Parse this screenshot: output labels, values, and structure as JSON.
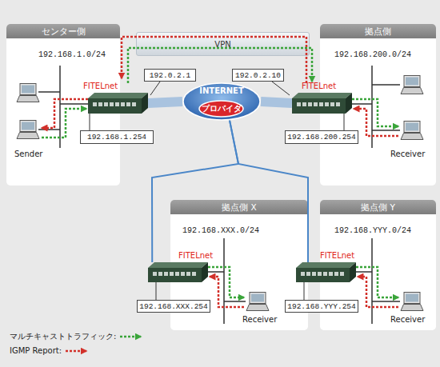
{
  "diagram": {
    "nodes": [
      {
        "text": [
          "センター側",
          "192.168.1.0/24"
        ]
      },
      {
        "text": [
          "FITELnet"
        ],
        "in": 0
      },
      {
        "text": [
          "192.168.1.254"
        ],
        "in": 0
      },
      {
        "text": [
          "拠点側",
          "192.168.200.0/24"
        ]
      },
      {
        "text": [
          "FITELnet"
        ],
        "in": 3
      },
      {
        "text": [
          "192.168.200.254"
        ],
        "in": 3
      },
      {
        "text": [
          "192.0.2.1"
        ]
      },
      {
        "text": [
          "192.0.2.10"
        ]
      },
      {
        "text": [
          "VPN"
        ]
      },
      {
        "text": [
          "INTERNET"
        ]
      },
      {
        "text": [
          "プロバイダ"
        ],
        "in": 9
      },
      {
        "text": [
          "拠点側 X",
          "192.168.XXX.0/24"
        ]
      },
      {
        "text": [
          "FITELnet"
        ],
        "in": 11
      },
      {
        "text": [
          "192.168.XXX.254"
        ],
        "in": 11
      },
      {
        "text": [
          "拠点側 Y",
          "192.168.YYY.0/24"
        ]
      },
      {
        "text": [
          "FITELnet"
        ],
        "in": 14
      },
      {
        "text": [
          "192.168.YYY.254"
        ],
        "in": 14
      }
    ],
    "edges": [
      {
        "from": 1,
        "to": 9,
        "arrow": "none"
      },
      {
        "from": 4,
        "to": 9,
        "arrow": "none"
      },
      {
        "from": 9,
        "to": 12,
        "arrow": "none"
      },
      {
        "from": 9,
        "to": 15,
        "arrow": "none"
      }
    ],
    "labels": [
      "Sender",
      "Receiver",
      "Receiver",
      "Receiver"
    ],
    "legend": [
      {
        "text": "マルチキャストトラフィック:"
      },
      {
        "text": "IGMP Report:"
      }
    ]
  }
}
